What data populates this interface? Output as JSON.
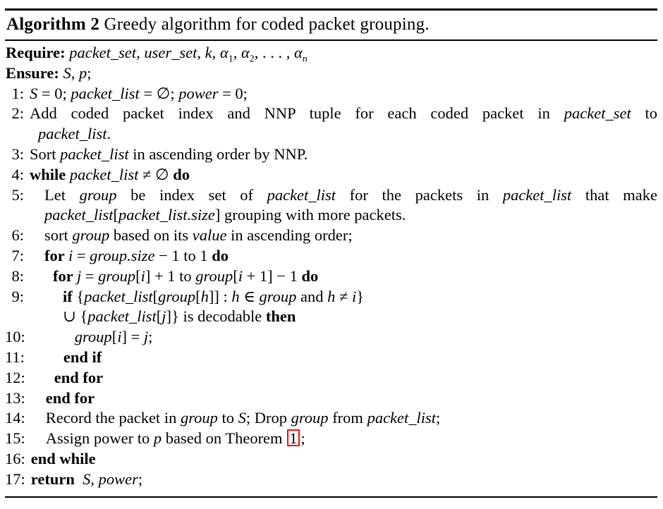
{
  "colors": {
    "background": "#ffffff",
    "text": "#000000",
    "ref_box_border": "#ee1111"
  },
  "algorithm": {
    "title": {
      "label": "Algorithm 2",
      "caption": " Greedy algorithm for coded packet grouping."
    },
    "rows": [
      {
        "num": "",
        "level": -1,
        "segs": [
          [
            "b",
            "Require: "
          ],
          [
            "m",
            "packet_set"
          ],
          [
            "p",
            ", "
          ],
          [
            "m",
            "user_set"
          ],
          [
            "p",
            ", "
          ],
          [
            "m",
            "k"
          ],
          [
            "p",
            ", "
          ],
          [
            "m",
            "α"
          ],
          [
            "s",
            "1"
          ],
          [
            "p",
            ", "
          ],
          [
            "m",
            "α"
          ],
          [
            "s",
            "2"
          ],
          [
            "p",
            ", . . . , "
          ],
          [
            "m",
            "α"
          ],
          [
            "sm",
            "n"
          ]
        ]
      },
      {
        "num": "",
        "level": -1,
        "segs": [
          [
            "b",
            "Ensure: "
          ],
          [
            "m",
            "S"
          ],
          [
            "p",
            ", "
          ],
          [
            "m",
            "p"
          ],
          [
            "p",
            ";"
          ]
        ]
      },
      {
        "num": "1:",
        "level": 0,
        "segs": [
          [
            "m",
            "S"
          ],
          [
            "p",
            " = 0; "
          ],
          [
            "m",
            "packet_list"
          ],
          [
            "p",
            " = ∅; "
          ],
          [
            "m",
            "power"
          ],
          [
            "p",
            " = 0;"
          ]
        ]
      },
      {
        "num": "2:",
        "level": 0,
        "justify": true,
        "segs": [
          [
            "p",
            "Add coded packet index and NNP tuple for each coded packet in "
          ],
          [
            "m",
            "packet_set"
          ],
          [
            "p",
            " to"
          ]
        ]
      },
      {
        "num": "",
        "level": 0,
        "cont": true,
        "segs": [
          [
            "m",
            "packet_list"
          ],
          [
            "p",
            "."
          ]
        ]
      },
      {
        "num": "3:",
        "level": 0,
        "segs": [
          [
            "p",
            "Sort "
          ],
          [
            "m",
            "packet_list"
          ],
          [
            "p",
            " in ascending order by NNP."
          ]
        ]
      },
      {
        "num": "4:",
        "level": 0,
        "segs": [
          [
            "b",
            "while "
          ],
          [
            "m",
            "packet_list"
          ],
          [
            "p",
            " ≠ ∅ "
          ],
          [
            "b",
            "do"
          ]
        ]
      },
      {
        "num": "5:",
        "level": 1,
        "justify": true,
        "segs": [
          [
            "p",
            "Let "
          ],
          [
            "m",
            "group"
          ],
          [
            "p",
            " be index set of "
          ],
          [
            "m",
            "packet_list"
          ],
          [
            "p",
            " for the packets in "
          ],
          [
            "m",
            "packet_list"
          ],
          [
            "p",
            " that make"
          ]
        ]
      },
      {
        "num": "",
        "level": 1,
        "cont": true,
        "segs": [
          [
            "m",
            "packet_list"
          ],
          [
            "p",
            "["
          ],
          [
            "m",
            "packet_list.size"
          ],
          [
            "p",
            "] grouping with more packets."
          ]
        ]
      },
      {
        "num": "6:",
        "level": 1,
        "segs": [
          [
            "p",
            "sort "
          ],
          [
            "m",
            "group"
          ],
          [
            "p",
            " based on its "
          ],
          [
            "m",
            "value"
          ],
          [
            "p",
            " in ascending order;"
          ]
        ]
      },
      {
        "num": "7:",
        "level": 1,
        "segs": [
          [
            "b",
            "for "
          ],
          [
            "m",
            "i"
          ],
          [
            "p",
            " = "
          ],
          [
            "m",
            "group.size"
          ],
          [
            "p",
            " − 1 to 1 "
          ],
          [
            "b",
            "do"
          ]
        ]
      },
      {
        "num": "8:",
        "level": 2,
        "segs": [
          [
            "b",
            "for "
          ],
          [
            "m",
            "j"
          ],
          [
            "p",
            " = "
          ],
          [
            "m",
            "group"
          ],
          [
            "p",
            "["
          ],
          [
            "m",
            "i"
          ],
          [
            "p",
            "] + 1 to "
          ],
          [
            "m",
            "group"
          ],
          [
            "p",
            "["
          ],
          [
            "m",
            "i"
          ],
          [
            "p",
            " + 1] − 1 "
          ],
          [
            "b",
            "do"
          ]
        ]
      },
      {
        "num": "9:",
        "level": 3,
        "segs": [
          [
            "b",
            "if "
          ],
          [
            "p",
            "{"
          ],
          [
            "m",
            "packet_list"
          ],
          [
            "p",
            "["
          ],
          [
            "m",
            "group"
          ],
          [
            "p",
            "["
          ],
          [
            "m",
            "h"
          ],
          [
            "p",
            "]] : "
          ],
          [
            "m",
            "h"
          ],
          [
            "p",
            " ∈ "
          ],
          [
            "m",
            "group"
          ],
          [
            "p",
            " and "
          ],
          [
            "m",
            "h"
          ],
          [
            "p",
            " ≠ "
          ],
          [
            "m",
            "i"
          ],
          [
            "p",
            "}"
          ]
        ]
      },
      {
        "num": "",
        "level": 3,
        "cont": true,
        "segs": [
          [
            "p",
            "∪ {"
          ],
          [
            "m",
            "packet_list"
          ],
          [
            "p",
            "["
          ],
          [
            "m",
            "j"
          ],
          [
            "p",
            "]} is decodable "
          ],
          [
            "b",
            "then"
          ]
        ]
      },
      {
        "num": "10:",
        "level": 4,
        "segs": [
          [
            "m",
            "group"
          ],
          [
            "p",
            "["
          ],
          [
            "m",
            "i"
          ],
          [
            "p",
            "] = "
          ],
          [
            "m",
            "j"
          ],
          [
            "p",
            ";"
          ]
        ]
      },
      {
        "num": "11:",
        "level": 3,
        "segs": [
          [
            "b",
            "end if"
          ]
        ]
      },
      {
        "num": "12:",
        "level": 2,
        "segs": [
          [
            "b",
            "end for"
          ]
        ]
      },
      {
        "num": "13:",
        "level": 1,
        "segs": [
          [
            "b",
            "end for"
          ]
        ]
      },
      {
        "num": "14:",
        "level": 1,
        "segs": [
          [
            "p",
            "Record the packet in "
          ],
          [
            "m",
            "group"
          ],
          [
            "p",
            " to "
          ],
          [
            "m",
            "S"
          ],
          [
            "p",
            "; Drop "
          ],
          [
            "m",
            "group"
          ],
          [
            "p",
            " from "
          ],
          [
            "m",
            "packet_list"
          ],
          [
            "p",
            ";"
          ]
        ]
      },
      {
        "num": "15:",
        "level": 1,
        "segs": [
          [
            "p",
            "Assign power to "
          ],
          [
            "m",
            "p"
          ],
          [
            "p",
            " based on Theorem "
          ],
          [
            "r",
            "1"
          ],
          [
            "p",
            ";"
          ]
        ]
      },
      {
        "num": "16:",
        "level": 0,
        "segs": [
          [
            "b",
            "end while"
          ]
        ]
      },
      {
        "num": "17:",
        "level": 0,
        "segs": [
          [
            "b",
            "return"
          ],
          [
            "p",
            "  "
          ],
          [
            "m",
            "S"
          ],
          [
            "p",
            ", "
          ],
          [
            "m",
            "power"
          ],
          [
            "p",
            ";"
          ]
        ]
      }
    ]
  }
}
